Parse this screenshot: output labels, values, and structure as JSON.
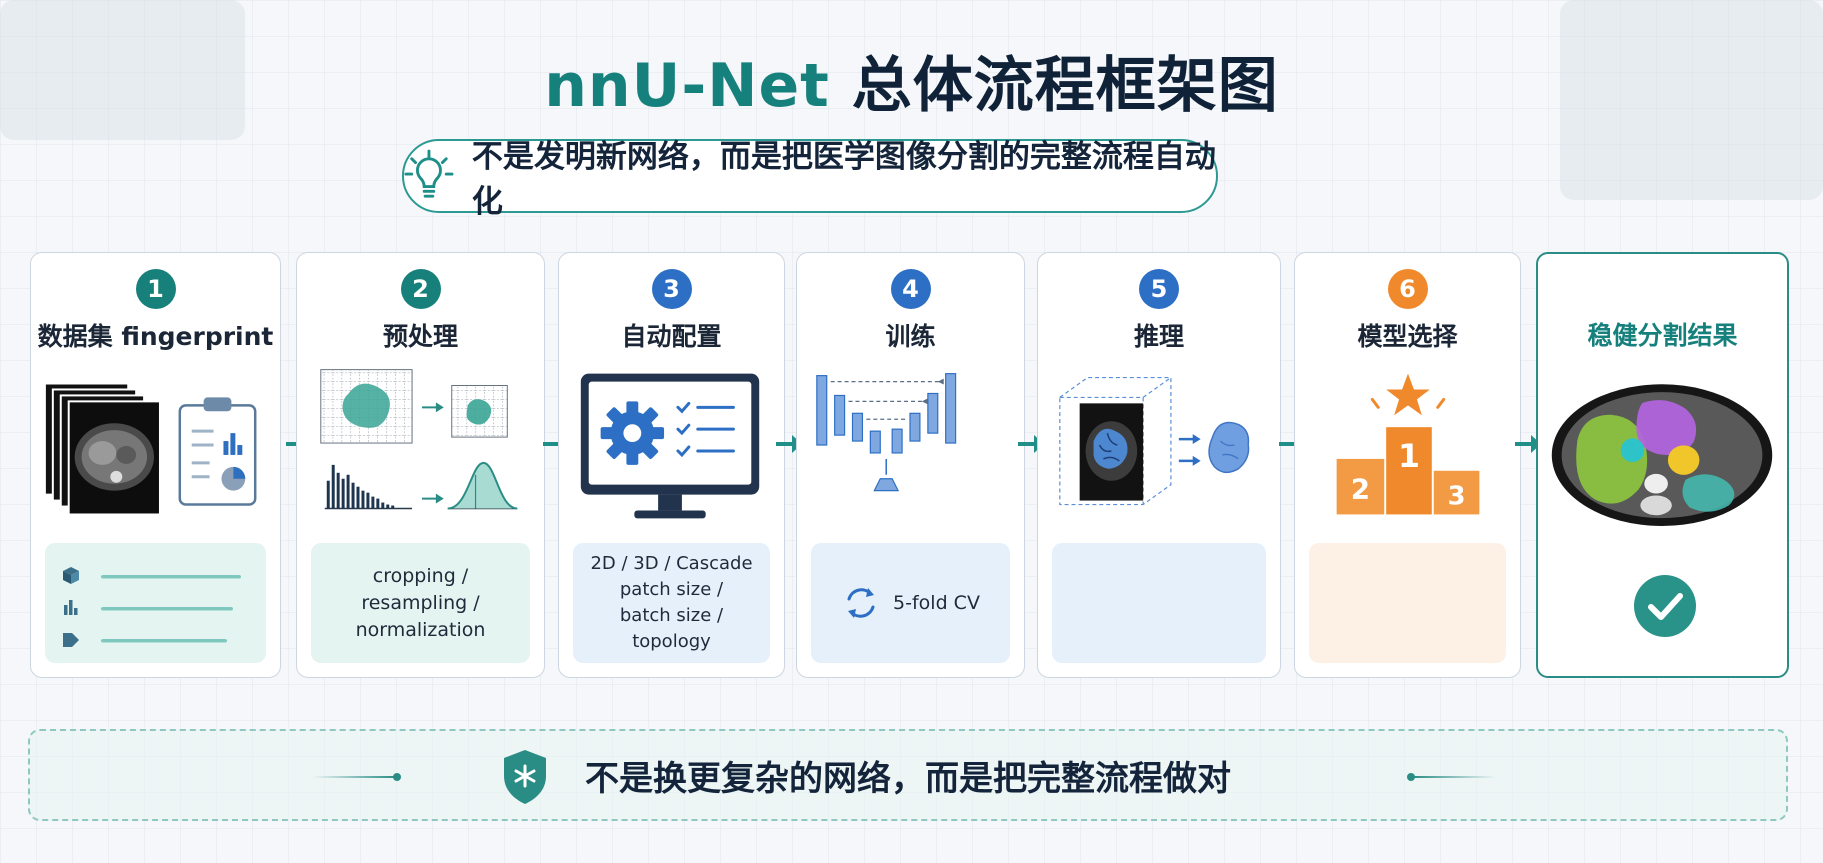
{
  "title": {
    "highlight": "nnU-Net",
    "rest": "总体流程框架图"
  },
  "subtitle": "不是发明新网络，而是把医学图像分割的完整流程自动化",
  "colors": {
    "teal": "#16807d",
    "navy": "#0f2238",
    "blue": "#2d6fc4",
    "orange": "#f0892b"
  },
  "steps": [
    {
      "number": "1",
      "title": "数据集 fingerprint",
      "icon": "ct-scan-stack-icon"
    },
    {
      "number": "2",
      "title": "预处理",
      "panel_lines": [
        "cropping /",
        "resampling /",
        "normalization"
      ]
    },
    {
      "number": "3",
      "title": "自动配置",
      "panel_lines": [
        "2D / 3D / Cascade",
        "patch size /",
        "batch size /",
        "topology"
      ]
    },
    {
      "number": "4",
      "title": "训练",
      "panel_label": "5-fold CV"
    },
    {
      "number": "5",
      "title": "推理"
    },
    {
      "number": "6",
      "title": "模型选择",
      "podium": [
        "1",
        "2",
        "3"
      ]
    }
  ],
  "result": {
    "title": "稳健分割结果"
  },
  "bottom": {
    "text": "不是换更复杂的网络，而是把完整流程做对"
  }
}
